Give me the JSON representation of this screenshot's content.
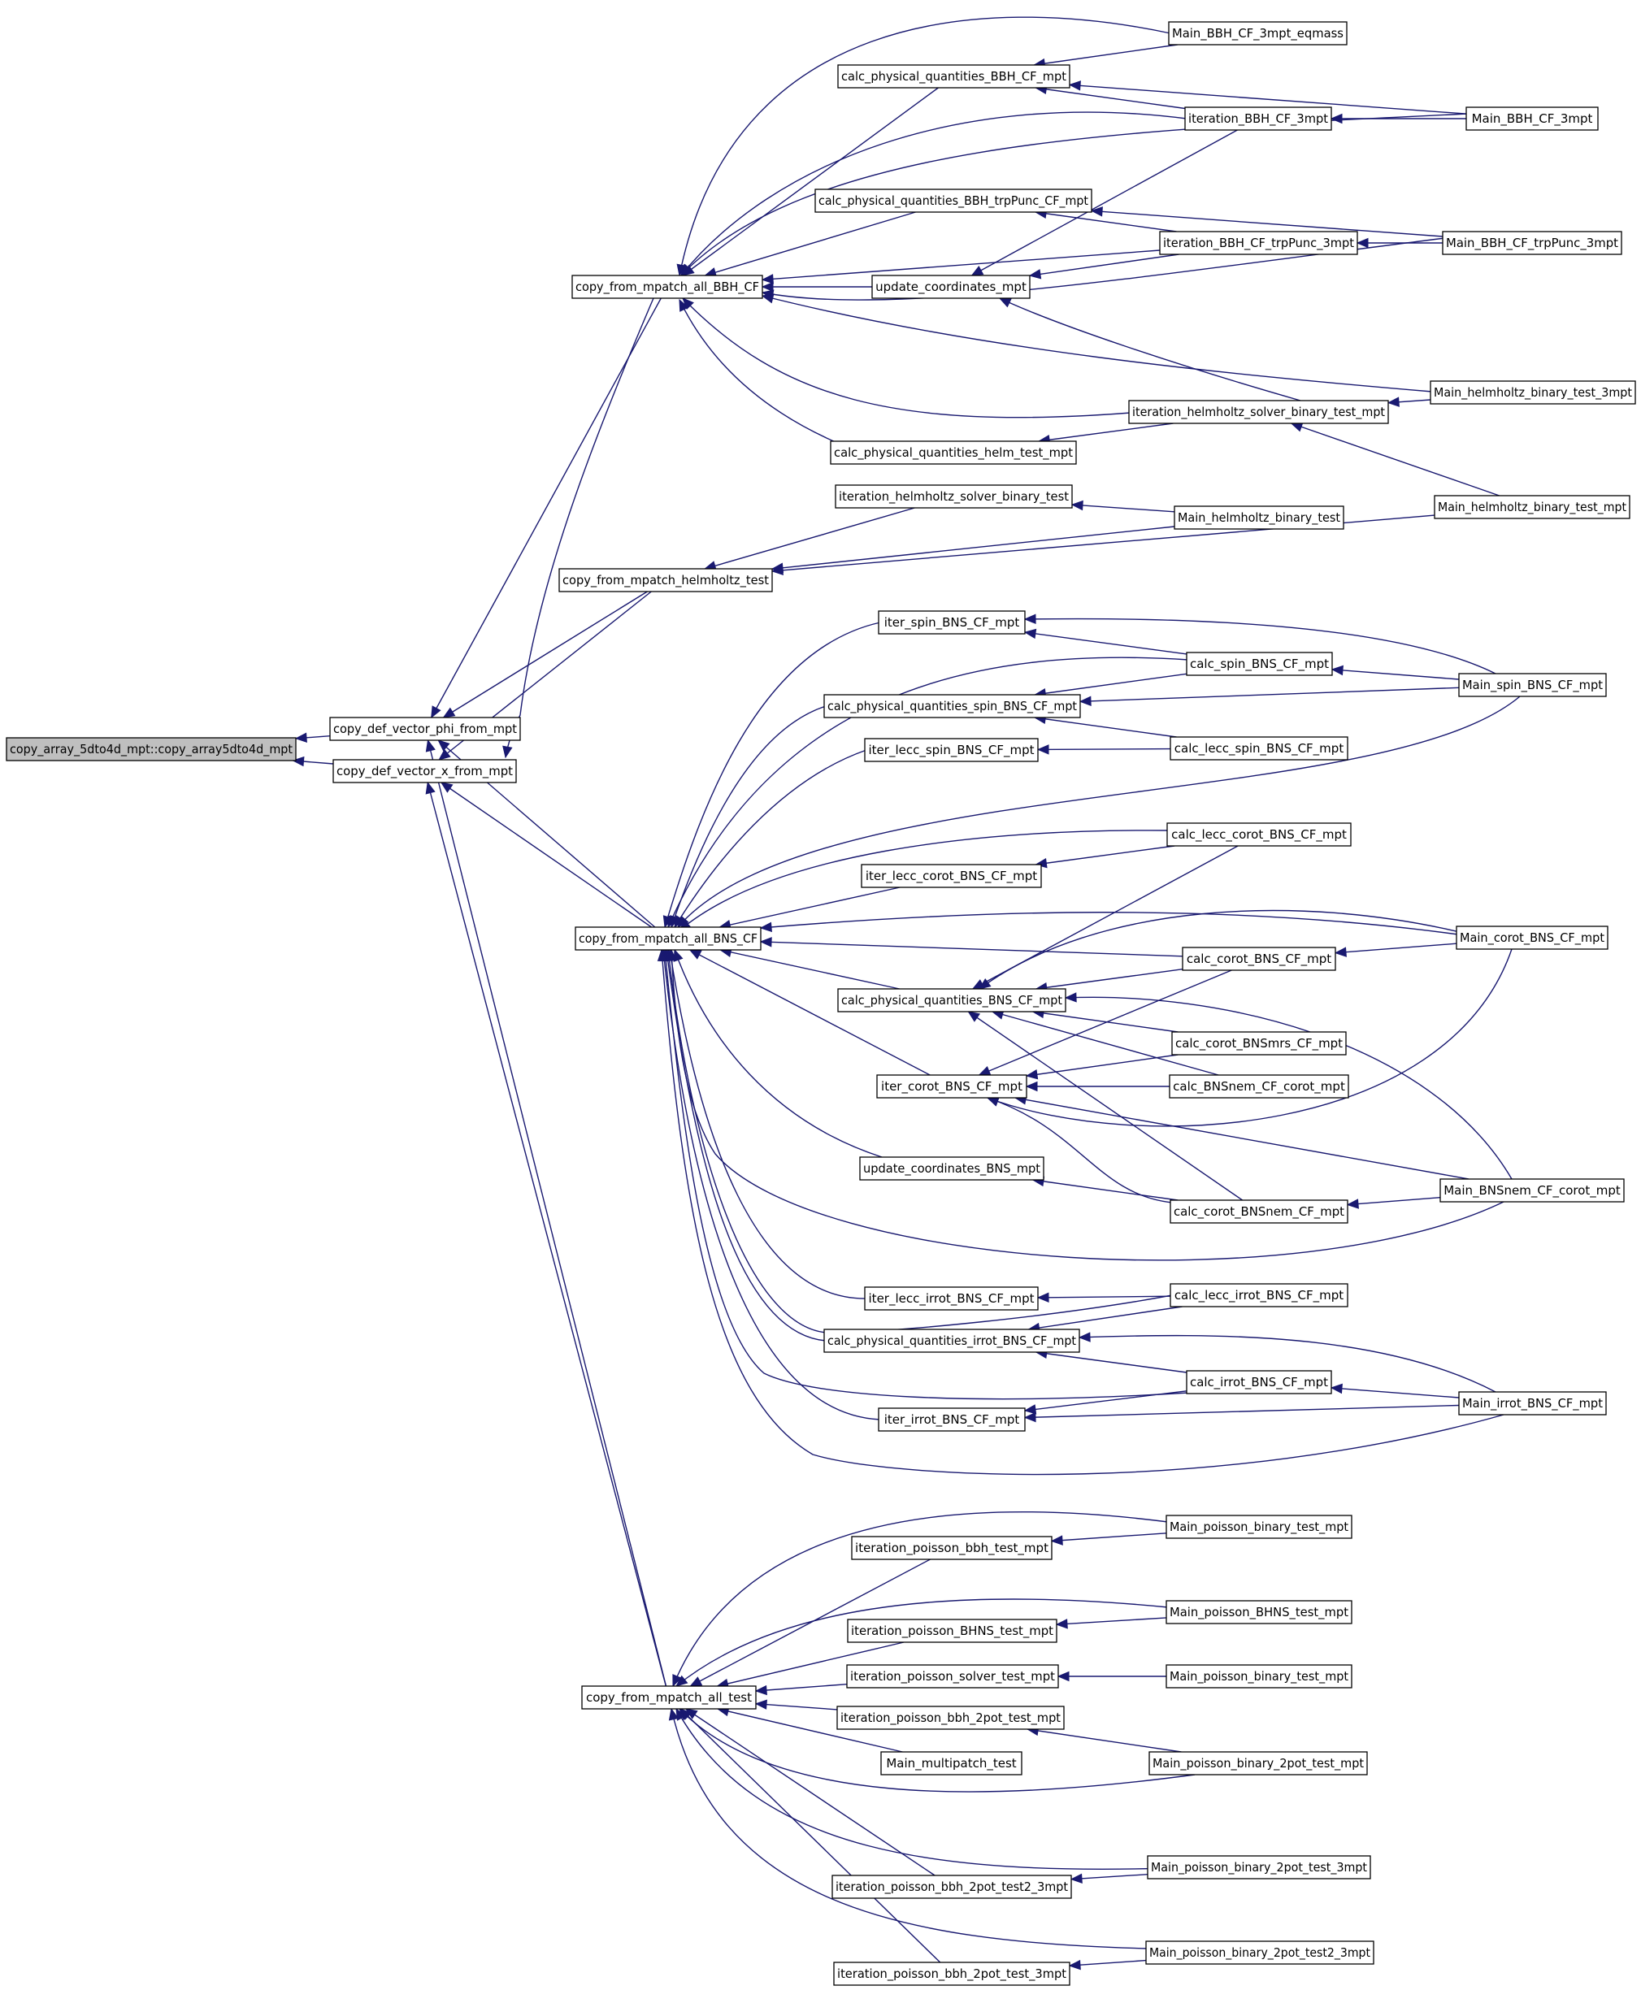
{
  "graph": {
    "type": "call-graph",
    "edge_color": "#191970",
    "root_fill": "#bfbfbf",
    "nodes": [
      {
        "id": "root",
        "label": "copy_array_5dto4d_mpt::copy_array5dto4d_mpt"
      },
      {
        "id": "phi",
        "label": "copy_def_vector_phi_from_mpt"
      },
      {
        "id": "x",
        "label": "copy_def_vector_x_from_mpt"
      },
      {
        "id": "bbh",
        "label": "copy_from_mpatch_all_BBH_CF"
      },
      {
        "id": "helm",
        "label": "copy_from_mpatch_helmholtz_test"
      },
      {
        "id": "bns",
        "label": "copy_from_mpatch_all_BNS_CF"
      },
      {
        "id": "test",
        "label": "copy_from_mpatch_all_test"
      },
      {
        "id": "cpq_bbh",
        "label": "calc_physical_quantities_BBH_CF_mpt"
      },
      {
        "id": "cpq_bbh_trp",
        "label": "calc_physical_quantities_BBH_trpPunc_CF_mpt"
      },
      {
        "id": "upd",
        "label": "update_coordinates_mpt"
      },
      {
        "id": "cpq_helm",
        "label": "calc_physical_quantities_helm_test_mpt"
      },
      {
        "id": "main_bbh_eq",
        "label": "Main_BBH_CF_3mpt_eqmass"
      },
      {
        "id": "it_bbh",
        "label": "iteration_BBH_CF_3mpt"
      },
      {
        "id": "it_bbh_trp",
        "label": "iteration_BBH_CF_trpPunc_3mpt"
      },
      {
        "id": "it_helm_mpt",
        "label": "iteration_helmholtz_solver_binary_test_mpt"
      },
      {
        "id": "main_bbh",
        "label": "Main_BBH_CF_3mpt"
      },
      {
        "id": "main_bbh_trp",
        "label": "Main_BBH_CF_trpPunc_3mpt"
      },
      {
        "id": "main_helm3",
        "label": "Main_helmholtz_binary_test_3mpt"
      },
      {
        "id": "main_helm_mpt",
        "label": "Main_helmholtz_binary_test_mpt"
      },
      {
        "id": "it_helm",
        "label": "iteration_helmholtz_solver_binary_test"
      },
      {
        "id": "main_helm",
        "label": "Main_helmholtz_binary_test"
      },
      {
        "id": "iter_spin",
        "label": "iter_spin_BNS_CF_mpt"
      },
      {
        "id": "cpq_spin",
        "label": "calc_physical_quantities_spin_BNS_CF_mpt"
      },
      {
        "id": "iter_lecc_spin",
        "label": "iter_lecc_spin_BNS_CF_mpt"
      },
      {
        "id": "iter_lecc_corot",
        "label": "iter_lecc_corot_BNS_CF_mpt"
      },
      {
        "id": "cpq_bns",
        "label": "calc_physical_quantities_BNS_CF_mpt"
      },
      {
        "id": "iter_corot",
        "label": "iter_corot_BNS_CF_mpt"
      },
      {
        "id": "upd_bns",
        "label": "update_coordinates_BNS_mpt"
      },
      {
        "id": "iter_lecc_irrot",
        "label": "iter_lecc_irrot_BNS_CF_mpt"
      },
      {
        "id": "cpq_irrot",
        "label": "calc_physical_quantities_irrot_BNS_CF_mpt"
      },
      {
        "id": "iter_irrot",
        "label": "iter_irrot_BNS_CF_mpt"
      },
      {
        "id": "calc_spin",
        "label": "calc_spin_BNS_CF_mpt"
      },
      {
        "id": "calc_lecc_spin",
        "label": "calc_lecc_spin_BNS_CF_mpt"
      },
      {
        "id": "calc_lecc_corot",
        "label": "calc_lecc_corot_BNS_CF_mpt"
      },
      {
        "id": "calc_corot",
        "label": "calc_corot_BNS_CF_mpt"
      },
      {
        "id": "calc_corot_mrs",
        "label": "calc_corot_BNSmrs_CF_mpt"
      },
      {
        "id": "calc_nem_corot",
        "label": "calc_BNSnem_CF_corot_mpt"
      },
      {
        "id": "calc_corot_nem",
        "label": "calc_corot_BNSnem_CF_mpt"
      },
      {
        "id": "calc_lecc_irrot",
        "label": "calc_lecc_irrot_BNS_CF_mpt"
      },
      {
        "id": "calc_irrot",
        "label": "calc_irrot_BNS_CF_mpt"
      },
      {
        "id": "main_spin",
        "label": "Main_spin_BNS_CF_mpt"
      },
      {
        "id": "main_corot",
        "label": "Main_corot_BNS_CF_mpt"
      },
      {
        "id": "main_nem",
        "label": "Main_BNSnem_CF_corot_mpt"
      },
      {
        "id": "main_irrot",
        "label": "Main_irrot_BNS_CF_mpt"
      },
      {
        "id": "it_pbbh",
        "label": "iteration_poisson_bbh_test_mpt"
      },
      {
        "id": "it_pbhns",
        "label": "iteration_poisson_BHNS_test_mpt"
      },
      {
        "id": "it_psolver",
        "label": "iteration_poisson_solver_test_mpt"
      },
      {
        "id": "it_pbbh2",
        "label": "iteration_poisson_bbh_2pot_test_mpt"
      },
      {
        "id": "main_multi",
        "label": "Main_multipatch_test"
      },
      {
        "id": "it_pbbh2_t2",
        "label": "iteration_poisson_bbh_2pot_test2_3mpt"
      },
      {
        "id": "it_pbbh2_3",
        "label": "iteration_poisson_bbh_2pot_test_3mpt"
      },
      {
        "id": "main_pbin1",
        "label": "Main_poisson_binary_test_mpt"
      },
      {
        "id": "main_pbhns",
        "label": "Main_poisson_BHNS_test_mpt"
      },
      {
        "id": "main_pbin2",
        "label": "Main_poisson_binary_test_mpt"
      },
      {
        "id": "main_p2pot",
        "label": "Main_poisson_binary_2pot_test_mpt"
      },
      {
        "id": "main_p2pot3",
        "label": "Main_poisson_binary_2pot_test_3mpt"
      },
      {
        "id": "main_p2pot_t2",
        "label": "Main_poisson_binary_2pot_test2_3mpt"
      }
    ]
  }
}
